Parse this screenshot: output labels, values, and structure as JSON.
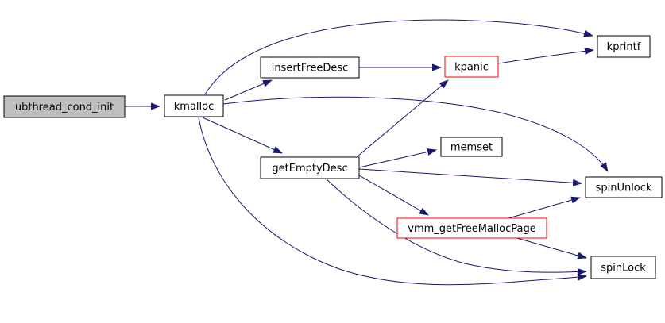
{
  "diagram": {
    "type": "call-graph",
    "colors": {
      "edge": "#191970",
      "node_border": "#000000",
      "highlight_border": "#ff0000",
      "root_fill": "#bfbfbf",
      "node_fill": "#ffffff",
      "background": "#ffffff",
      "text": "#000000"
    },
    "nodes": [
      {
        "id": "ubthread_cond_init",
        "label": "ubthread_cond_init",
        "style": "root"
      },
      {
        "id": "kmalloc",
        "label": "kmalloc",
        "style": "normal"
      },
      {
        "id": "insertFreeDesc",
        "label": "insertFreeDesc",
        "style": "normal"
      },
      {
        "id": "kpanic",
        "label": "kpanic",
        "style": "highlight"
      },
      {
        "id": "kprintf",
        "label": "kprintf",
        "style": "normal"
      },
      {
        "id": "getEmptyDesc",
        "label": "getEmptyDesc",
        "style": "normal"
      },
      {
        "id": "memset",
        "label": "memset",
        "style": "normal"
      },
      {
        "id": "spinUnlock",
        "label": "spinUnlock",
        "style": "normal"
      },
      {
        "id": "vmm_getFreeMallocPage",
        "label": "vmm_getFreeMallocPage",
        "style": "highlight"
      },
      {
        "id": "spinLock",
        "label": "spinLock",
        "style": "normal"
      }
    ],
    "edges": [
      {
        "from": "ubthread_cond_init",
        "to": "kmalloc"
      },
      {
        "from": "kmalloc",
        "to": "kprintf"
      },
      {
        "from": "kmalloc",
        "to": "insertFreeDesc"
      },
      {
        "from": "kmalloc",
        "to": "spinUnlock"
      },
      {
        "from": "kmalloc",
        "to": "getEmptyDesc"
      },
      {
        "from": "kmalloc",
        "to": "spinLock"
      },
      {
        "from": "insertFreeDesc",
        "to": "kpanic"
      },
      {
        "from": "kpanic",
        "to": "kprintf"
      },
      {
        "from": "getEmptyDesc",
        "to": "kpanic"
      },
      {
        "from": "getEmptyDesc",
        "to": "memset"
      },
      {
        "from": "getEmptyDesc",
        "to": "spinUnlock"
      },
      {
        "from": "getEmptyDesc",
        "to": "vmm_getFreeMallocPage"
      },
      {
        "from": "getEmptyDesc",
        "to": "spinLock"
      },
      {
        "from": "vmm_getFreeMallocPage",
        "to": "spinUnlock"
      },
      {
        "from": "vmm_getFreeMallocPage",
        "to": "spinLock"
      }
    ]
  }
}
